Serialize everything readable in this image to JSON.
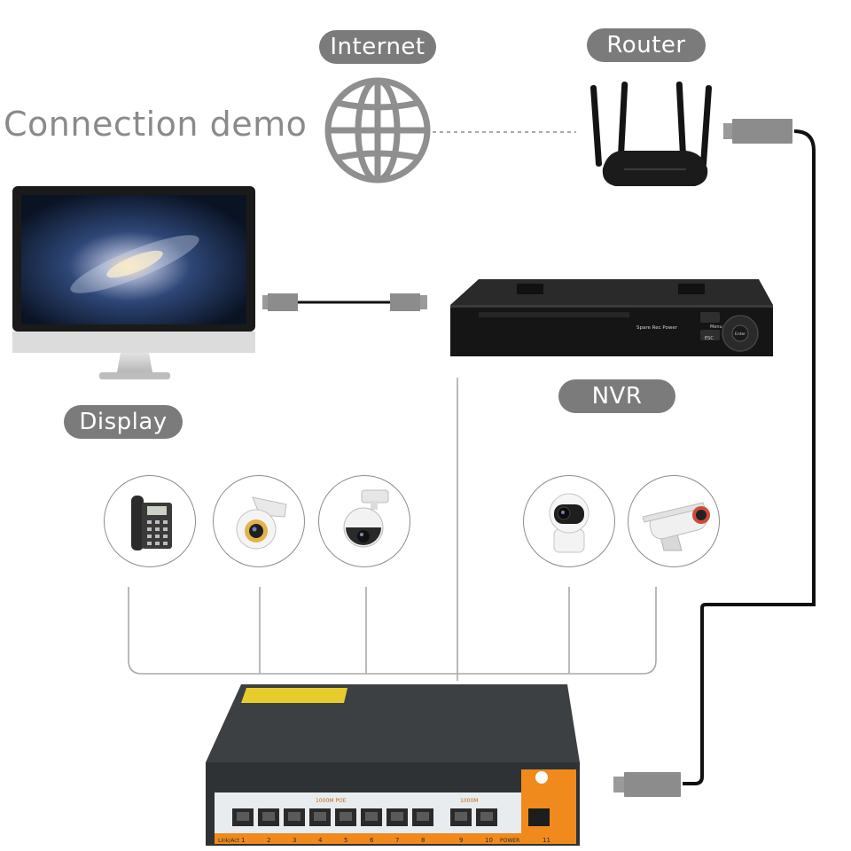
{
  "title": "Connection demo",
  "labels": {
    "internet": "Internet",
    "router": "Router",
    "display": "Display",
    "nvr": "NVR"
  },
  "nvr_panel": {
    "led_labels": "Spare  Rec  Power",
    "menu": "Menu",
    "esc": "ESC",
    "enter": "Enter"
  },
  "switch_panel": {
    "poe_group": "1000M POE",
    "uplink_group": "1000M",
    "link_act": "Link/Act",
    "power": "POWER",
    "ports": [
      "1",
      "2",
      "3",
      "4",
      "5",
      "6",
      "7",
      "8",
      "9",
      "10",
      "11"
    ]
  },
  "devices": [
    {
      "icon": "desk-phone-icon"
    },
    {
      "icon": "dome-camera-icon"
    },
    {
      "icon": "ptz-camera-icon"
    },
    {
      "icon": "home-camera-icon"
    },
    {
      "icon": "bullet-camera-icon"
    }
  ],
  "colors": {
    "label_pill": "#7b7b7b",
    "title_text": "#8a8a8a",
    "cable": "#111111",
    "connector": "#8c8c8c",
    "switch_body": "#3f4245",
    "switch_panel": "#e9ecef",
    "switch_accent": "#f08a1c"
  }
}
